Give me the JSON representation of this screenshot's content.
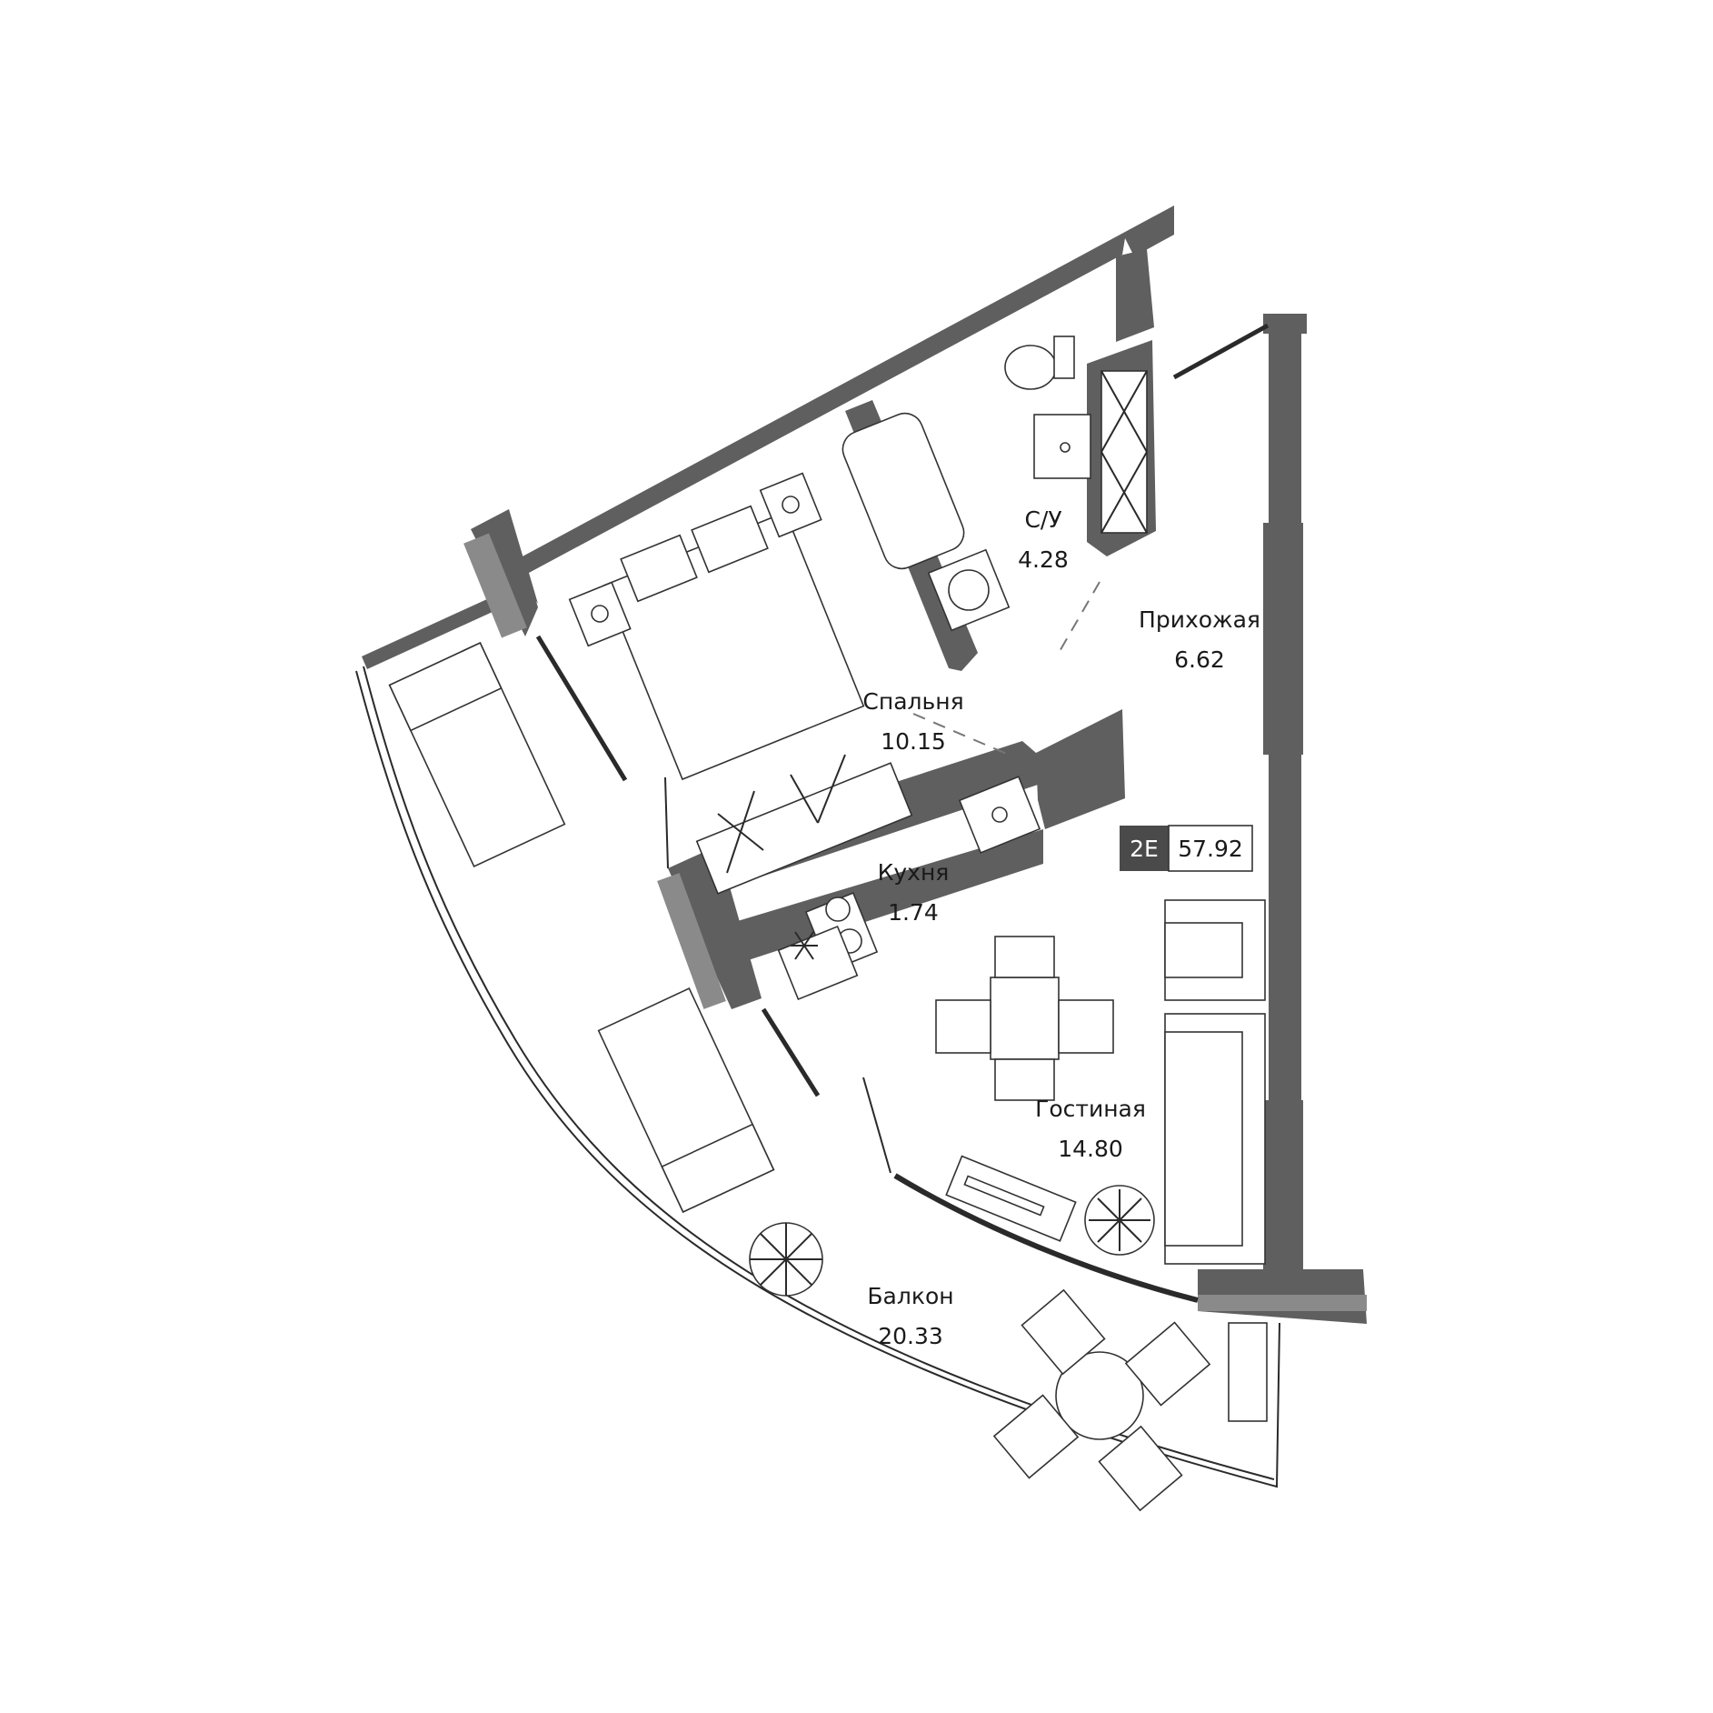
{
  "plan": {
    "badge": {
      "code": "2E",
      "total_area": "57.92",
      "code_bg": "#4a4a4a"
    },
    "rooms": [
      {
        "id": "bathroom",
        "name": "С/У",
        "area": "4.28"
      },
      {
        "id": "hallway",
        "name": "Прихожая",
        "area": "6.62"
      },
      {
        "id": "bedroom",
        "name": "Спальня",
        "area": "10.15"
      },
      {
        "id": "kitchen",
        "name": "Кухня",
        "area": "1.74"
      },
      {
        "id": "living",
        "name": "Гостиная",
        "area": "14.80"
      },
      {
        "id": "balcony",
        "name": "Балкон",
        "area": "20.33"
      }
    ],
    "colors": {
      "wall": "#5f5f5f",
      "line": "#2a2a2a",
      "background": "#ffffff"
    }
  }
}
